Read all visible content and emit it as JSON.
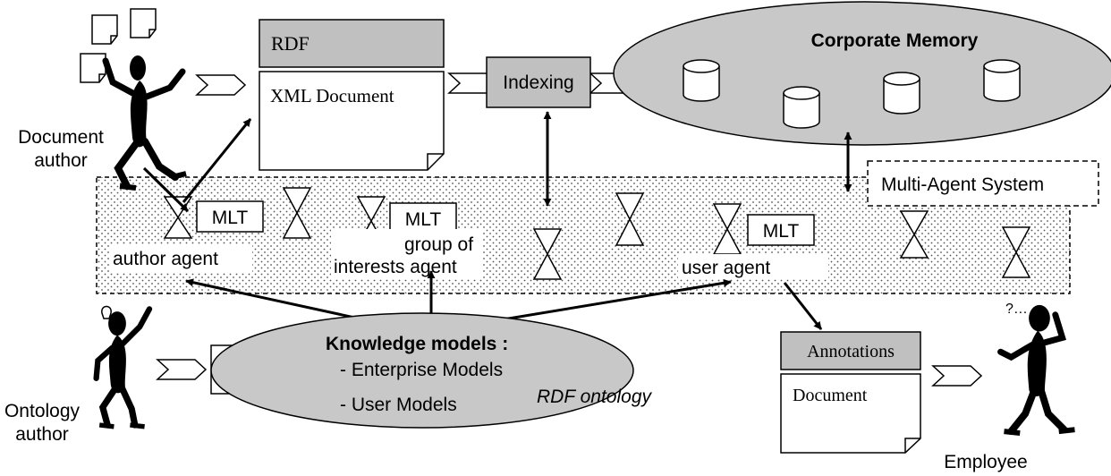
{
  "labels": {
    "rdf": "RDF",
    "xml_document": "XML Document",
    "indexing": "Indexing",
    "corporate_memory": "Corporate Memory",
    "multi_agent_system": "Multi-Agent System",
    "mlt": "MLT",
    "author_agent": "author agent",
    "group_of": "group of",
    "interests_agent": "interests agent",
    "user_agent": "user agent",
    "document_author_line1": "Document",
    "document_author_line2": "author",
    "ontology_author_line1": "Ontology",
    "ontology_author_line2": "author",
    "employee": "Employee",
    "knowledge_models": "Knowledge models :",
    "enterprise_models": "- Enterprise Models",
    "user_models": "- User Models",
    "rdf_ontology": "RDF ontology",
    "annotations": "Annotations",
    "document": "Document"
  },
  "colors": {
    "gray_fill": "#c0c0c0",
    "ellipse_fill": "#c8c8c8",
    "ink": "#000000"
  }
}
